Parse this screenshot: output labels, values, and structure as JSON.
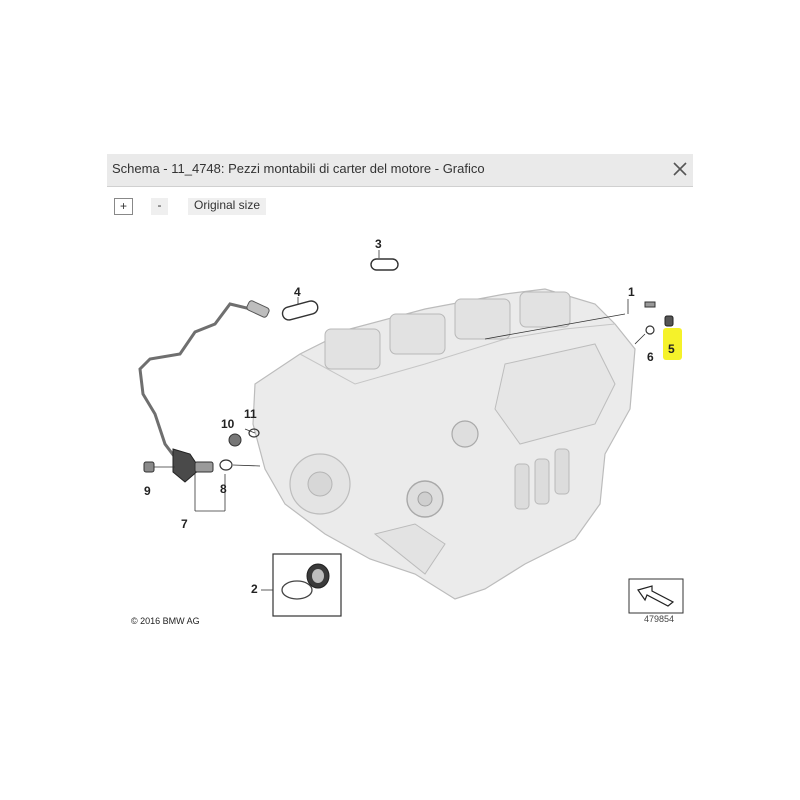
{
  "window": {
    "title": "Schema - 11_4748: Pezzi montabili di carter del motore - Grafico",
    "close_icon": "close-icon"
  },
  "toolbar": {
    "zoom_in_label": "+",
    "zoom_out_label": "-",
    "original_size_label": "Original size"
  },
  "diagram": {
    "callouts": [
      "1",
      "2",
      "3",
      "4",
      "5",
      "6",
      "7",
      "8",
      "9",
      "10",
      "11"
    ],
    "highlighted_callout": "5",
    "highlight_color": "#f5f22a",
    "copyright": "© 2016 BMW AG",
    "diagram_number": "479854",
    "nav_icon": "arrow-navigation-icon"
  }
}
